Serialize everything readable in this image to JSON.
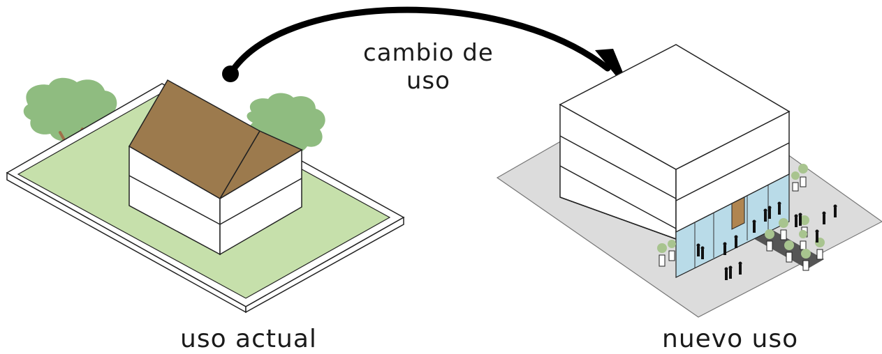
{
  "labels": {
    "current_use": "uso actual",
    "change_line1": "cambio de",
    "change_line2": "uso",
    "new_use": "nuevo uso"
  },
  "colors": {
    "lawn": "#c6e0ab",
    "roof": "#9c7a4d",
    "tree_foliage": "#8fbc80",
    "tree_trunk": "#a0704a",
    "plaza": "#dcdcdc",
    "glass": "#b9dbe8",
    "door": "#b08550",
    "path": "#555555",
    "arrow": "#000000"
  },
  "icons": {
    "arrow": "curved-arrow-icon",
    "person": "person-icon",
    "planter": "planter-icon",
    "tree": "tree-icon"
  }
}
